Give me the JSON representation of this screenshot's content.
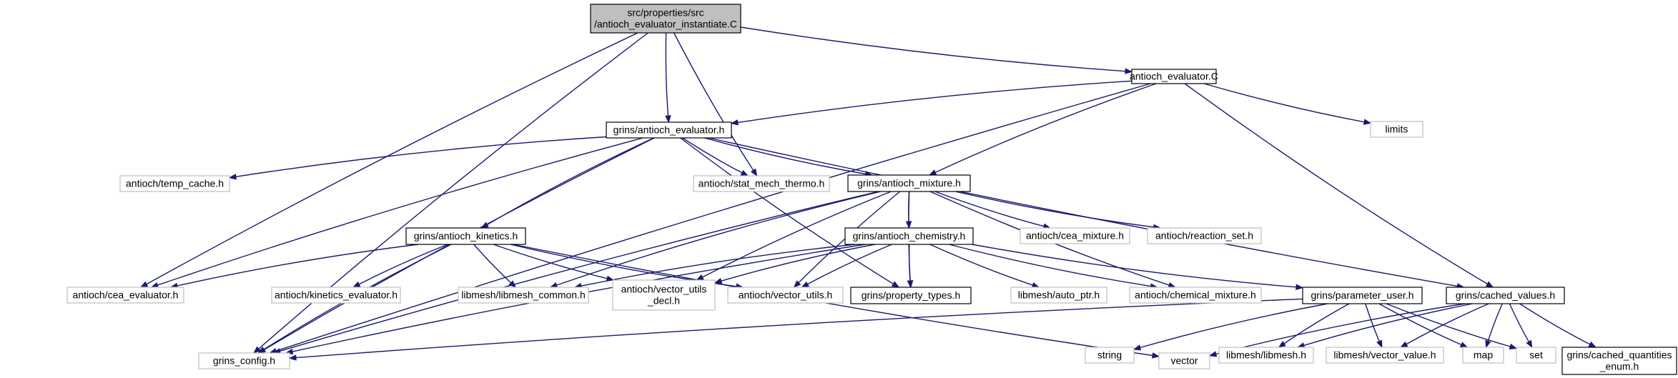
{
  "colors": {
    "edge": "#191970",
    "node_border": "#000000",
    "external_border": "#bfbfbf",
    "root_fill": "#bfbfbf",
    "node_fill": "#ffffff",
    "text": "#000000"
  },
  "nodes": [
    {
      "id": "root",
      "lines": [
        "src/properties/src",
        "/antioch_evaluator_instantiate.C"
      ],
      "kind": "root"
    },
    {
      "id": "antioch_evaluator_C",
      "lines": [
        "antioch_evaluator.C"
      ],
      "kind": "local"
    },
    {
      "id": "limits",
      "lines": [
        "limits"
      ],
      "kind": "external"
    },
    {
      "id": "grins_antioch_evaluator_h",
      "lines": [
        "grins/antioch_evaluator.h"
      ],
      "kind": "local"
    },
    {
      "id": "antioch_temp_cache_h",
      "lines": [
        "antioch/temp_cache.h"
      ],
      "kind": "external"
    },
    {
      "id": "antioch_stat_mech_thermo_h",
      "lines": [
        "antioch/stat_mech_thermo.h"
      ],
      "kind": "external"
    },
    {
      "id": "grins_antioch_mixture_h",
      "lines": [
        "grins/antioch_mixture.h"
      ],
      "kind": "local"
    },
    {
      "id": "grins_antioch_kinetics_h",
      "lines": [
        "grins/antioch_kinetics.h"
      ],
      "kind": "local"
    },
    {
      "id": "antioch_cea_mixture_h",
      "lines": [
        "antioch/cea_mixture.h"
      ],
      "kind": "external"
    },
    {
      "id": "antioch_reaction_set_h",
      "lines": [
        "antioch/reaction_set.h"
      ],
      "kind": "external"
    },
    {
      "id": "grins_antioch_chemistry_h",
      "lines": [
        "grins/antioch_chemistry.h"
      ],
      "kind": "local"
    },
    {
      "id": "antioch_cea_evaluator_h",
      "lines": [
        "antioch/cea_evaluator.h"
      ],
      "kind": "external"
    },
    {
      "id": "antioch_kinetics_evaluator_h",
      "lines": [
        "antioch/kinetics_evaluator.h"
      ],
      "kind": "external"
    },
    {
      "id": "libmesh_libmesh_common_h",
      "lines": [
        "libmesh/libmesh_common.h"
      ],
      "kind": "external"
    },
    {
      "id": "antioch_vector_utils_decl_h",
      "lines": [
        "antioch/vector_utils",
        "_decl.h"
      ],
      "kind": "external"
    },
    {
      "id": "antioch_vector_utils_h",
      "lines": [
        "antioch/vector_utils.h"
      ],
      "kind": "external"
    },
    {
      "id": "grins_property_types_h",
      "lines": [
        "grins/property_types.h"
      ],
      "kind": "local"
    },
    {
      "id": "libmesh_auto_ptr_h",
      "lines": [
        "libmesh/auto_ptr.h"
      ],
      "kind": "external"
    },
    {
      "id": "antioch_chemical_mixture_h",
      "lines": [
        "antioch/chemical_mixture.h"
      ],
      "kind": "external"
    },
    {
      "id": "grins_parameter_user_h",
      "lines": [
        "grins/parameter_user.h"
      ],
      "kind": "local"
    },
    {
      "id": "grins_cached_values_h",
      "lines": [
        "grins/cached_values.h"
      ],
      "kind": "local"
    },
    {
      "id": "grins_config_h",
      "lines": [
        "grins_config.h"
      ],
      "kind": "external"
    },
    {
      "id": "string",
      "lines": [
        "string"
      ],
      "kind": "external"
    },
    {
      "id": "vector",
      "lines": [
        "vector"
      ],
      "kind": "external"
    },
    {
      "id": "libmesh_libmesh_h",
      "lines": [
        "libmesh/libmesh.h"
      ],
      "kind": "external"
    },
    {
      "id": "libmesh_vector_value_h",
      "lines": [
        "libmesh/vector_value.h"
      ],
      "kind": "external"
    },
    {
      "id": "map",
      "lines": [
        "map"
      ],
      "kind": "external"
    },
    {
      "id": "set",
      "lines": [
        "set"
      ],
      "kind": "external"
    },
    {
      "id": "grins_cached_quantities_enum_h",
      "lines": [
        "grins/cached_quantities",
        "_enum.h"
      ],
      "kind": "local"
    }
  ],
  "edges": [
    [
      "root",
      "antioch_evaluator_C"
    ],
    [
      "root",
      "grins_antioch_evaluator_h"
    ],
    [
      "root",
      "antioch_stat_mech_thermo_h"
    ],
    [
      "root",
      "antioch_cea_evaluator_h"
    ],
    [
      "root",
      "grins_config_h"
    ],
    [
      "antioch_evaluator_C",
      "grins_antioch_evaluator_h"
    ],
    [
      "antioch_evaluator_C",
      "limits"
    ],
    [
      "antioch_evaluator_C",
      "grins_antioch_mixture_h"
    ],
    [
      "antioch_evaluator_C",
      "grins_cached_values_h"
    ],
    [
      "antioch_evaluator_C",
      "grins_config_h"
    ],
    [
      "grins_antioch_evaluator_h",
      "antioch_temp_cache_h"
    ],
    [
      "grins_antioch_evaluator_h",
      "antioch_stat_mech_thermo_h"
    ],
    [
      "grins_antioch_evaluator_h",
      "grins_antioch_mixture_h"
    ],
    [
      "grins_antioch_evaluator_h",
      "grins_antioch_kinetics_h"
    ],
    [
      "grins_antioch_evaluator_h",
      "antioch_cea_evaluator_h"
    ],
    [
      "grins_antioch_evaluator_h",
      "grins_property_types_h"
    ],
    [
      "grins_antioch_evaluator_h",
      "grins_cached_values_h"
    ],
    [
      "grins_antioch_evaluator_h",
      "grins_config_h"
    ],
    [
      "grins_antioch_mixture_h",
      "antioch_cea_mixture_h"
    ],
    [
      "grins_antioch_mixture_h",
      "antioch_reaction_set_h"
    ],
    [
      "grins_antioch_mixture_h",
      "grins_antioch_chemistry_h"
    ],
    [
      "grins_antioch_mixture_h",
      "libmesh_libmesh_common_h"
    ],
    [
      "grins_antioch_mixture_h",
      "antioch_vector_utils_decl_h"
    ],
    [
      "grins_antioch_mixture_h",
      "antioch_vector_utils_h"
    ],
    [
      "grins_antioch_mixture_h",
      "grins_property_types_h"
    ],
    [
      "grins_antioch_mixture_h",
      "antioch_chemical_mixture_h"
    ],
    [
      "grins_antioch_mixture_h",
      "grins_config_h"
    ],
    [
      "grins_antioch_kinetics_h",
      "antioch_cea_evaluator_h"
    ],
    [
      "grins_antioch_kinetics_h",
      "antioch_kinetics_evaluator_h"
    ],
    [
      "grins_antioch_kinetics_h",
      "libmesh_libmesh_common_h"
    ],
    [
      "grins_antioch_kinetics_h",
      "antioch_vector_utils_decl_h"
    ],
    [
      "grins_antioch_kinetics_h",
      "antioch_vector_utils_h"
    ],
    [
      "grins_antioch_kinetics_h",
      "grins_config_h"
    ],
    [
      "grins_antioch_kinetics_h",
      "vector"
    ],
    [
      "grins_antioch_chemistry_h",
      "libmesh_libmesh_common_h"
    ],
    [
      "grins_antioch_chemistry_h",
      "antioch_vector_utils_decl_h"
    ],
    [
      "grins_antioch_chemistry_h",
      "antioch_vector_utils_h"
    ],
    [
      "grins_antioch_chemistry_h",
      "grins_property_types_h"
    ],
    [
      "grins_antioch_chemistry_h",
      "libmesh_auto_ptr_h"
    ],
    [
      "grins_antioch_chemistry_h",
      "antioch_chemical_mixture_h"
    ],
    [
      "grins_antioch_chemistry_h",
      "grins_parameter_user_h"
    ],
    [
      "grins_antioch_chemistry_h",
      "grins_config_h"
    ],
    [
      "grins_parameter_user_h",
      "grins_config_h"
    ],
    [
      "grins_parameter_user_h",
      "string"
    ],
    [
      "grins_parameter_user_h",
      "libmesh_libmesh_h"
    ],
    [
      "grins_parameter_user_h",
      "libmesh_vector_value_h"
    ],
    [
      "grins_parameter_user_h",
      "map"
    ],
    [
      "grins_parameter_user_h",
      "set"
    ],
    [
      "grins_cached_values_h",
      "vector"
    ],
    [
      "grins_cached_values_h",
      "libmesh_libmesh_h"
    ],
    [
      "grins_cached_values_h",
      "libmesh_vector_value_h"
    ],
    [
      "grins_cached_values_h",
      "map"
    ],
    [
      "grins_cached_values_h",
      "set"
    ],
    [
      "grins_cached_values_h",
      "grins_cached_quantities_enum_h"
    ]
  ]
}
